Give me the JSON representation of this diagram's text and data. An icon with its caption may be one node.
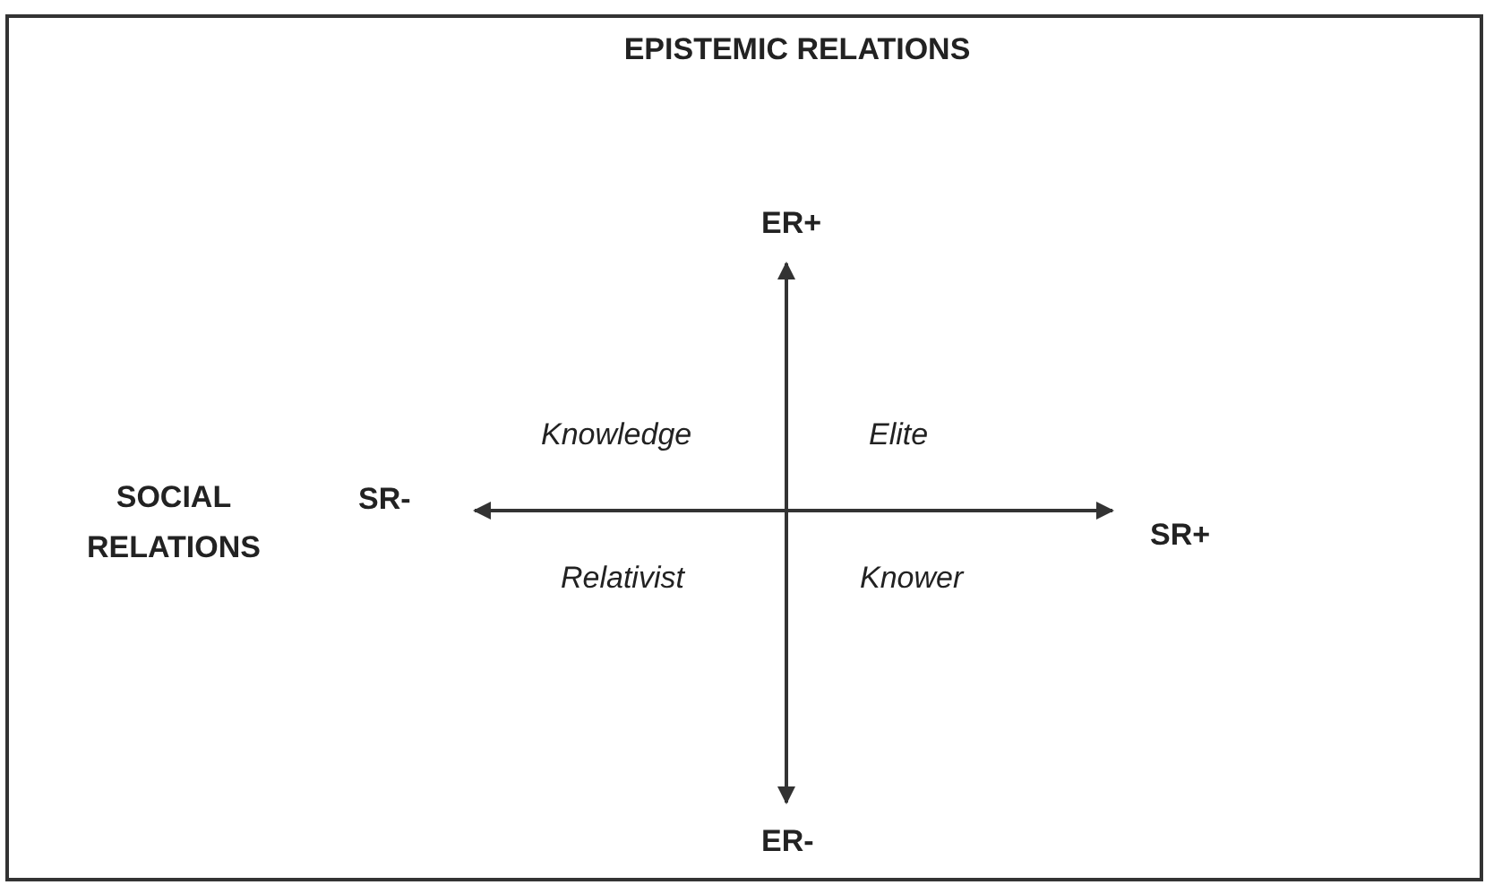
{
  "diagram": {
    "title": "EPISTEMIC RELATIONS",
    "labels": [
      "ER+",
      "Knowledge",
      "Elite",
      "SOCIAL RELATIONS",
      "SR-",
      "SR+",
      "Relativist",
      "Knower",
      "ER-"
    ]
  }
}
